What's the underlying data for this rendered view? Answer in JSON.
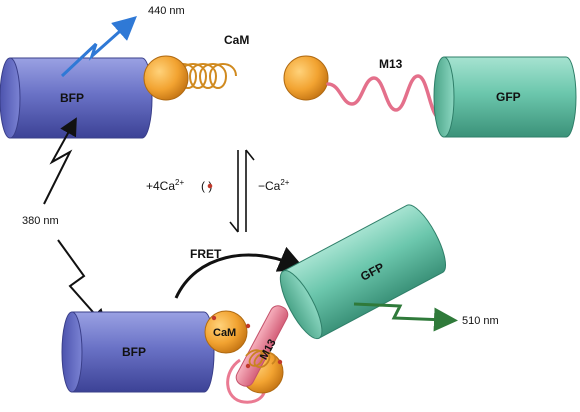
{
  "labels": {
    "bfp_top": "BFP",
    "cam_top": "CaM",
    "m13_top": "M13",
    "gfp_top": "GFP",
    "bfp_bottom": "BFP",
    "cam_bottom": "CaM",
    "m13_bottom": "M13",
    "gfp_bottom": "GFP",
    "wavelength_440": "440 nm",
    "wavelength_380": "380 nm",
    "wavelength_510": "510 nm",
    "fret": "FRET",
    "add_calcium_prefix": "+4Ca",
    "add_calcium_charge": "2+",
    "remove_calcium_prefix": "−Ca",
    "remove_calcium_charge": "2+"
  },
  "colors": {
    "bfp": "#6a72c6",
    "gfp": "#6cc7ad",
    "cam": "#f2a331",
    "m13": "#ea7a92",
    "blue_emission": "#2f79d6",
    "green_emission": "#2f7a3a",
    "calcium_dot": "#c0392b"
  }
}
